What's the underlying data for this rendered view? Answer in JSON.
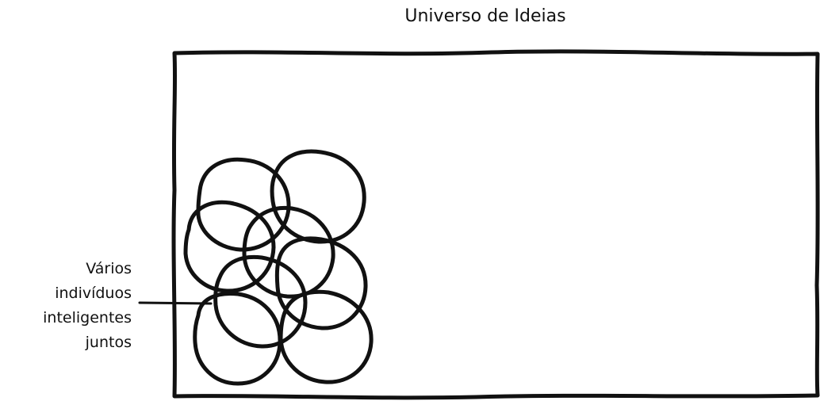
{
  "title": "Universo de Ideias",
  "label_lines": [
    "Vários",
    "indivíduos",
    "inteligentes",
    "juntos"
  ],
  "colors": {
    "stroke": "#111111",
    "background": "#ffffff"
  }
}
